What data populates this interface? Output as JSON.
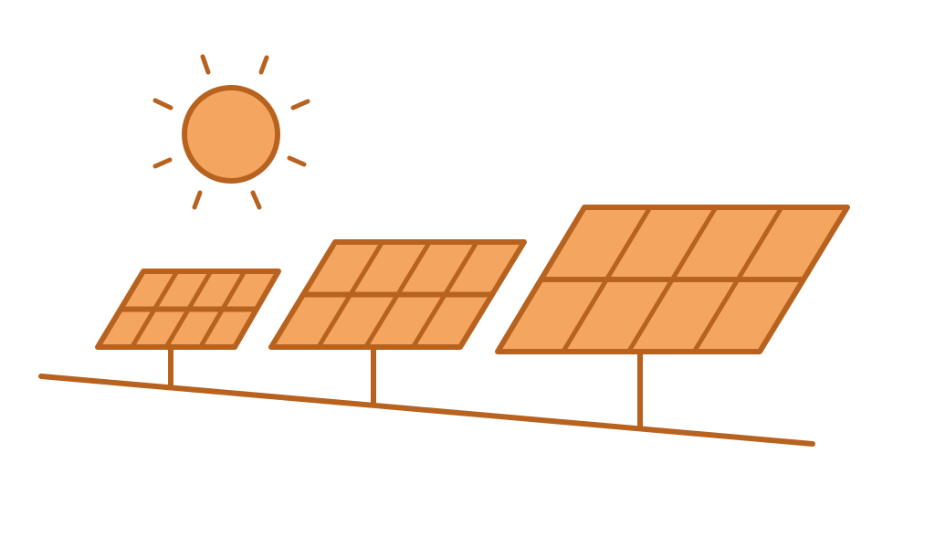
{
  "colors": {
    "background": "#ffffff",
    "fill": "#f4a660",
    "stroke": "#b8621f"
  },
  "icons": [
    "sun-icon",
    "solar-panel-icon"
  ],
  "panels": [
    {
      "name": "solar-panel-small",
      "columns": 4,
      "rows": 2
    },
    {
      "name": "solar-panel-medium",
      "columns": 4,
      "rows": 2
    },
    {
      "name": "solar-panel-large",
      "columns": 4,
      "rows": 2
    }
  ]
}
